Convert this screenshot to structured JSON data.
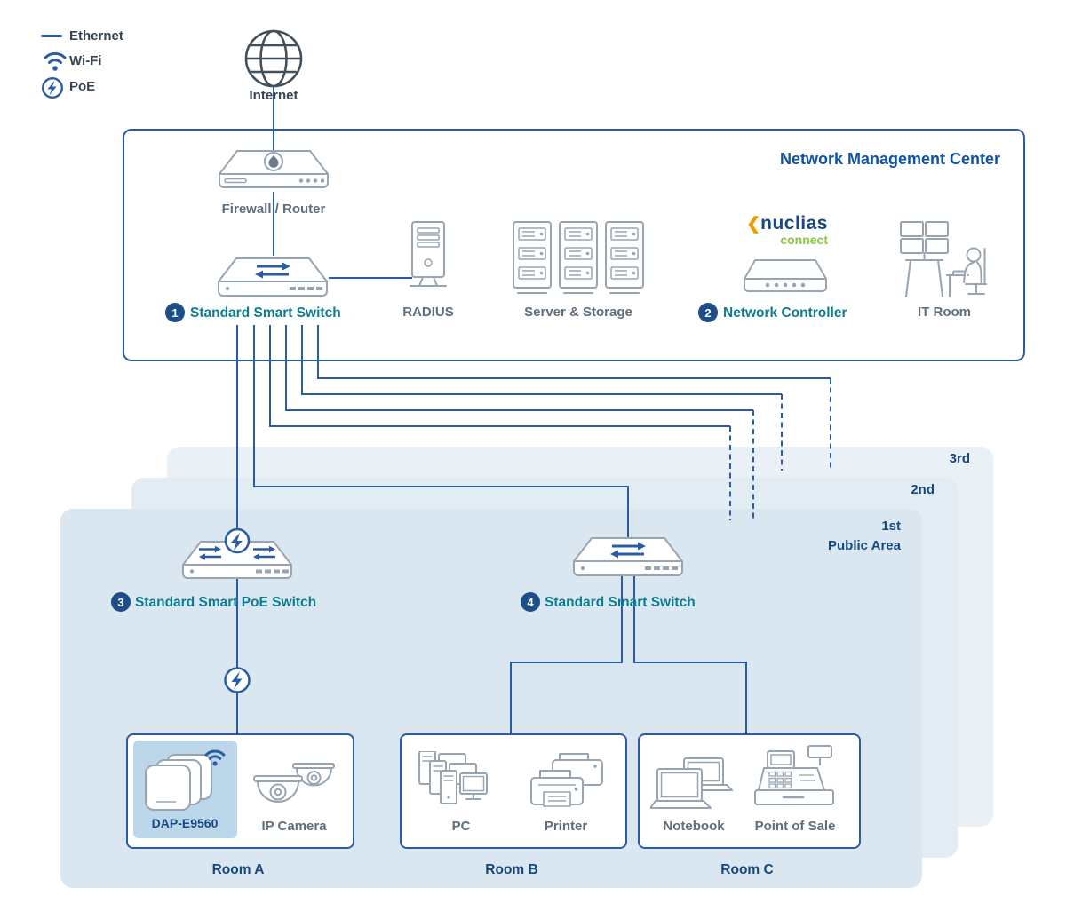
{
  "colors": {
    "accent_line": "#2a5ca5",
    "teal_label": "#0c7d8f",
    "navy_title": "#1053a3",
    "floor_room_label": "#15497f",
    "gray_label": "#5f6e7d",
    "device_outline": "#97a5b2",
    "dark_icon": "#43505c",
    "badge_bg": "#1d4e89",
    "dap_tile_bg": "#bdd7ea",
    "floor1_bg": "#dbe7f0",
    "floor2_bg": "#e1ecf3",
    "floor3_bg": "#eaf1f6",
    "nuclias_orange": "#f49b00",
    "nuclias_green": "#8dc63f"
  },
  "legend": {
    "items": [
      {
        "label": "Ethernet"
      },
      {
        "label": "Wi-Fi"
      },
      {
        "label": "PoE"
      }
    ]
  },
  "internet": {
    "label": "Internet"
  },
  "management_center": {
    "title": "Network Management Center",
    "firewall_label": "Firewall / Router",
    "switch1": {
      "badge": "1",
      "label": "Standard Smart Switch"
    },
    "radius_label": "RADIUS",
    "server_label": "Server & Storage",
    "nuclias": {
      "chevron": "❮",
      "name": "nuclias",
      "subtitle": "connect"
    },
    "controller": {
      "badge": "2",
      "label": "Network Controller"
    },
    "it_room_label": "IT Room"
  },
  "floors": {
    "third_label": "3rd",
    "second_label": "2nd",
    "first_label": "1st",
    "first_sublabel": "Public Area"
  },
  "access_switches": {
    "poe_switch": {
      "badge": "3",
      "label": "Standard Smart PoE Switch"
    },
    "smart_switch": {
      "badge": "4",
      "label": "Standard Smart Switch"
    }
  },
  "rooms": {
    "room_a": {
      "label": "Room A",
      "access_point": "DAP-E9560",
      "camera": "IP Camera"
    },
    "room_b": {
      "label": "Room B",
      "pc": "PC",
      "printer": "Printer"
    },
    "room_c": {
      "label": "Room C",
      "notebook": "Notebook",
      "pos": "Point of Sale"
    }
  }
}
